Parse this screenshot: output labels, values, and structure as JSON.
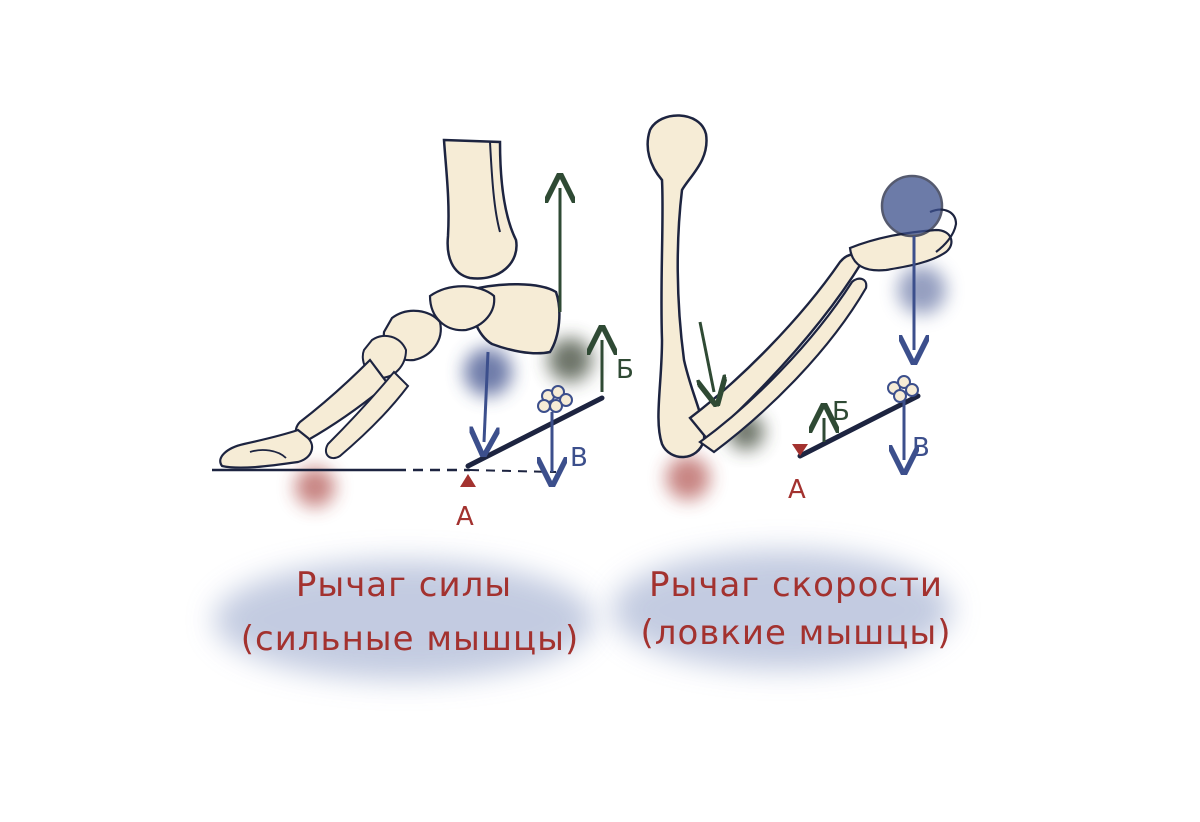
{
  "colors": {
    "bone_fill": "#f6ecd6",
    "bone_shade": "#ecd4b0",
    "outline": "#1d2440",
    "red": "#a3322f",
    "blue": "#3c4f8c",
    "green": "#2f4a34",
    "wash_blue": "#b9c3dc",
    "wash_red": "#c98a8c",
    "wash_dark": "#3b4436"
  },
  "left_panel": {
    "label_a": "А",
    "label_b": "Б",
    "label_v": "В",
    "caption_line1": "Рычаг силы",
    "caption_line2": "(сильные мышцы)"
  },
  "right_panel": {
    "label_a": "А",
    "label_b": "Б",
    "label_v": "В",
    "caption_line1": "Рычаг скорости",
    "caption_line2": "(ловкие мышцы)"
  }
}
